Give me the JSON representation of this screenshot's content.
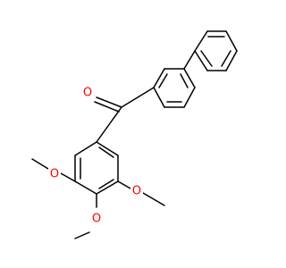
{
  "molecule": {
    "atoms": {
      "carbonyl_oxygen": {
        "symbol": "O",
        "color": "#ff0000"
      },
      "methoxy_oxygen_left": {
        "symbol": "O",
        "color": "#ff0000"
      },
      "methoxy_oxygen_bottom": {
        "symbol": "O",
        "color": "#ff0000"
      },
      "methoxy_oxygen_right": {
        "symbol": "O",
        "color": "#ff0000"
      }
    },
    "bond_color": "#000000"
  }
}
